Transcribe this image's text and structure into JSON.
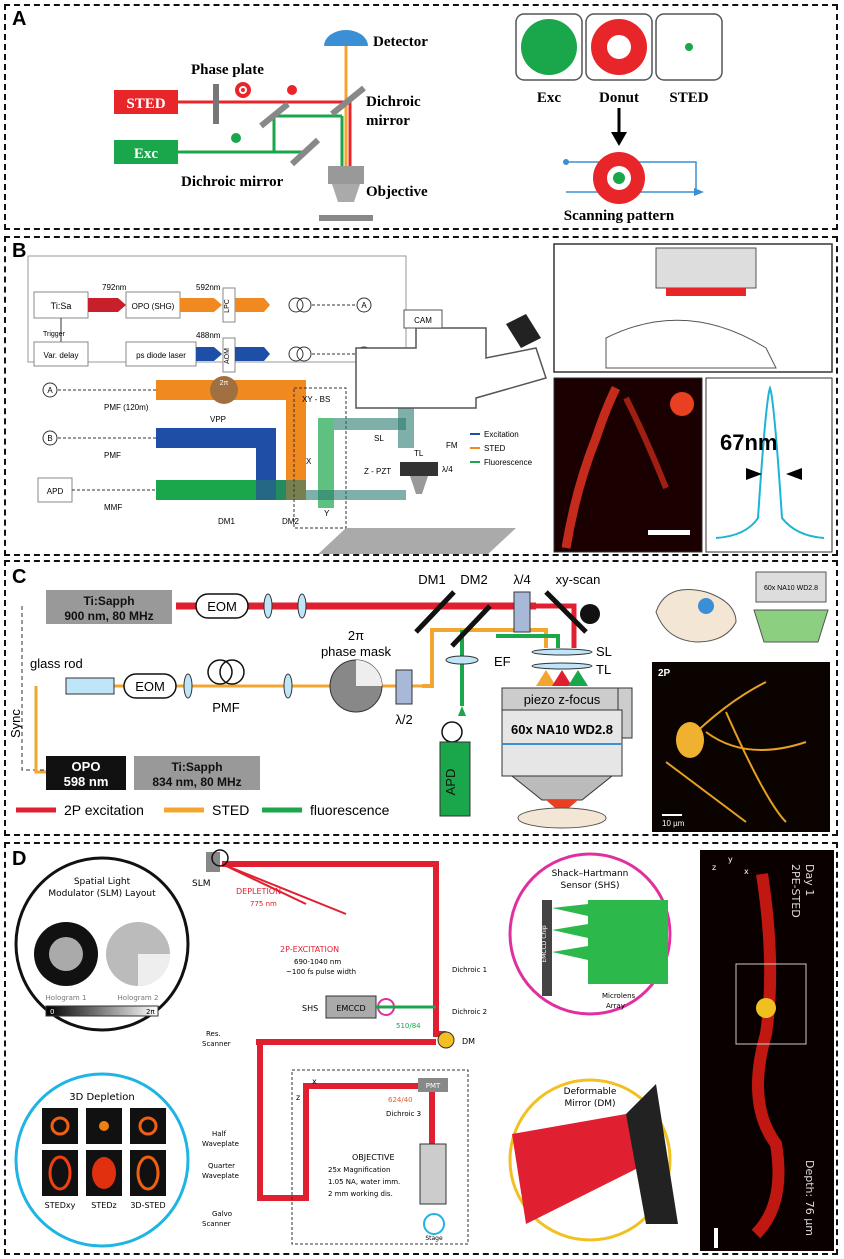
{
  "panelA": {
    "label": "A",
    "sted": "STED",
    "exc": "Exc",
    "phase_plate": "Phase plate",
    "detector": "Detector",
    "dichroic_mirror_1": "Dichroic",
    "dichroic_mirror_1b": "mirror",
    "dichroic_mirror_2": "Dichroic mirror",
    "objective": "Objective",
    "psf_exc": "Exc",
    "psf_donut": "Donut",
    "psf_sted": "STED",
    "scanning": "Scanning pattern",
    "colors": {
      "red": "#e8262a",
      "green": "#1aa64a",
      "orange": "#f2a630",
      "blue": "#3b8fd4"
    }
  },
  "panelB": {
    "label": "B",
    "tisa": "Ti:Sa",
    "wl1": "792nm",
    "opo": "OPO (SHG)",
    "wl2": "592nm",
    "lpc": "LPC",
    "trigger": "Trigger",
    "vardelay": "Var. delay",
    "diode": "ps diode laser",
    "wl3": "488nm",
    "aom": "AOM",
    "circA": "A",
    "circB": "B",
    "pmf120": "PMF (120m)",
    "pmf": "PMF",
    "mmf": "MMF",
    "apd": "APD",
    "vpp": "VPP",
    "twopi": "2π",
    "dm1": "DM1",
    "dm2": "DM2",
    "xybs": "XY - BS",
    "x": "X",
    "y": "Y",
    "sl": "SL",
    "tl": "TL",
    "fm": "FM",
    "quarter": "λ/4",
    "zpzt": "Z - PZT",
    "cam": "CAM",
    "legend_exc": "Excitation",
    "legend_sted": "STED",
    "legend_fl": "Fluorescence",
    "fwhm": "67nm"
  },
  "panelC": {
    "label": "C",
    "tisapph1_a": "Ti:Sapph",
    "tisapph1_b": "900 nm, 80 MHz",
    "eom": "EOM",
    "eom2": "EOM",
    "glassrod": "glass rod",
    "pmf": "PMF",
    "sync": "Sync",
    "opo_a": "OPO",
    "opo_b": "598 nm",
    "tisapph2_a": "Ti:Sapph",
    "tisapph2_b": "834 nm, 80 MHz",
    "phase_a": "2π",
    "phase_b": "phase mask",
    "half": "λ/2",
    "dm1": "DM1",
    "dm2": "DM2",
    "quarter": "λ/4",
    "xyscan": "xy-scan",
    "ef": "EF",
    "sl": "SL",
    "tl": "TL",
    "apd": "APD",
    "piezo": "piezo z-focus",
    "objective": "60x NA10 WD2.8",
    "leg1": "2P excitation",
    "leg2": "STED",
    "leg3": "fluorescence",
    "img_label": "2P",
    "scale": "10 µm",
    "obj_small": "60x NA10 WD2.8"
  },
  "panelD": {
    "label": "D",
    "slm_title_a": "Spatial Light",
    "slm_title_b": "Modulator (SLM) Layout",
    "holo1": "Hologram 1",
    "holo2": "Hologram 2",
    "bar0": "0",
    "bar2pi": "2π",
    "slm": "SLM",
    "depletion": "DEPLETION",
    "dep_wl": "775 nm",
    "exc2p": "2P-EXCITATION",
    "exc_wl": "690-1040 nm",
    "exc_pulse": "~100 fs pulse width",
    "dichroic1": "Dichroic 1",
    "dichroic2": "Dichroic 2",
    "dichroic3": "Dichroic 3",
    "shs": "SHS",
    "emccd": "EMCCD",
    "filter1": "510/84",
    "filter2": "624/40",
    "dm": "DM",
    "pmt": "PMT",
    "res_a": "Res.",
    "res_b": "Scanner",
    "half_a": "Half",
    "half_b": "Waveplate",
    "quarter_a": "Quarter",
    "quarter_b": "Waveplate",
    "galvo_a": "Galvo",
    "galvo_b": "Scanner",
    "obj_title": "OBJECTIVE",
    "obj_1": "25x Magnification",
    "obj_2": "1.05 NA, water imm.",
    "obj_3": "2 mm working dis.",
    "stage": "Stage",
    "x": "x",
    "z": "z",
    "shs_title_a": "Shack–Hartmann",
    "shs_title_b": "Sensor (SHS)",
    "emccd_chip": "EMCCD Chip",
    "microlens_a": "Microlens",
    "microlens_b": "Array",
    "dm_title_a": "Deformable",
    "dm_title_b": "Mirror (DM)",
    "depl3d": "3D Depletion",
    "sted_xy": "STEDxy",
    "sted_z": "STEDz",
    "sted_3d": "3D-STED",
    "day": "Day 1",
    "twope": "2PE-STED",
    "depth": "Depth: 76 µm",
    "axz": "z",
    "axy": "y",
    "axx": "x"
  }
}
